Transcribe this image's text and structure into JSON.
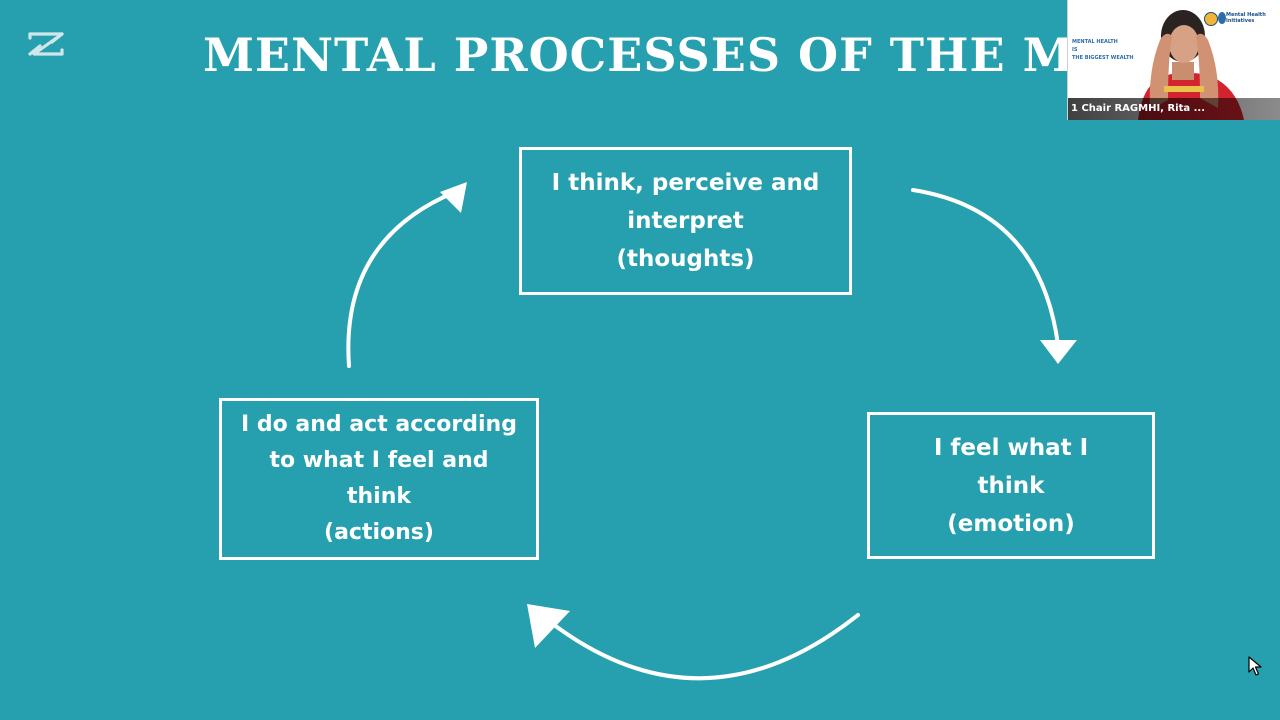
{
  "slide": {
    "title": "MENTAL PROCESSES OF THE MI",
    "background_color": "#26a0ae",
    "text_color": "#ffffff"
  },
  "diagram": {
    "thoughts": {
      "lines": [
        "I think, perceive and",
        "interpret",
        "(thoughts)"
      ]
    },
    "emotion": {
      "lines": [
        "I feel what I",
        "think",
        "(emotion)"
      ]
    },
    "actions": {
      "lines": [
        "I do and act according",
        "to what I feel and",
        "think",
        "(actions)"
      ]
    }
  },
  "video_tile": {
    "slide_text": [
      "MENTAL HEALTH",
      "IS",
      "THE BIGGEST WEALTH"
    ],
    "brand": "Mental Health Initiatives",
    "participant_name": "1 Chair RAGMHI, Rita ..."
  },
  "icons": {
    "app_logo": "capcut-logo-icon",
    "cursor": "mouse-pointer-icon"
  }
}
